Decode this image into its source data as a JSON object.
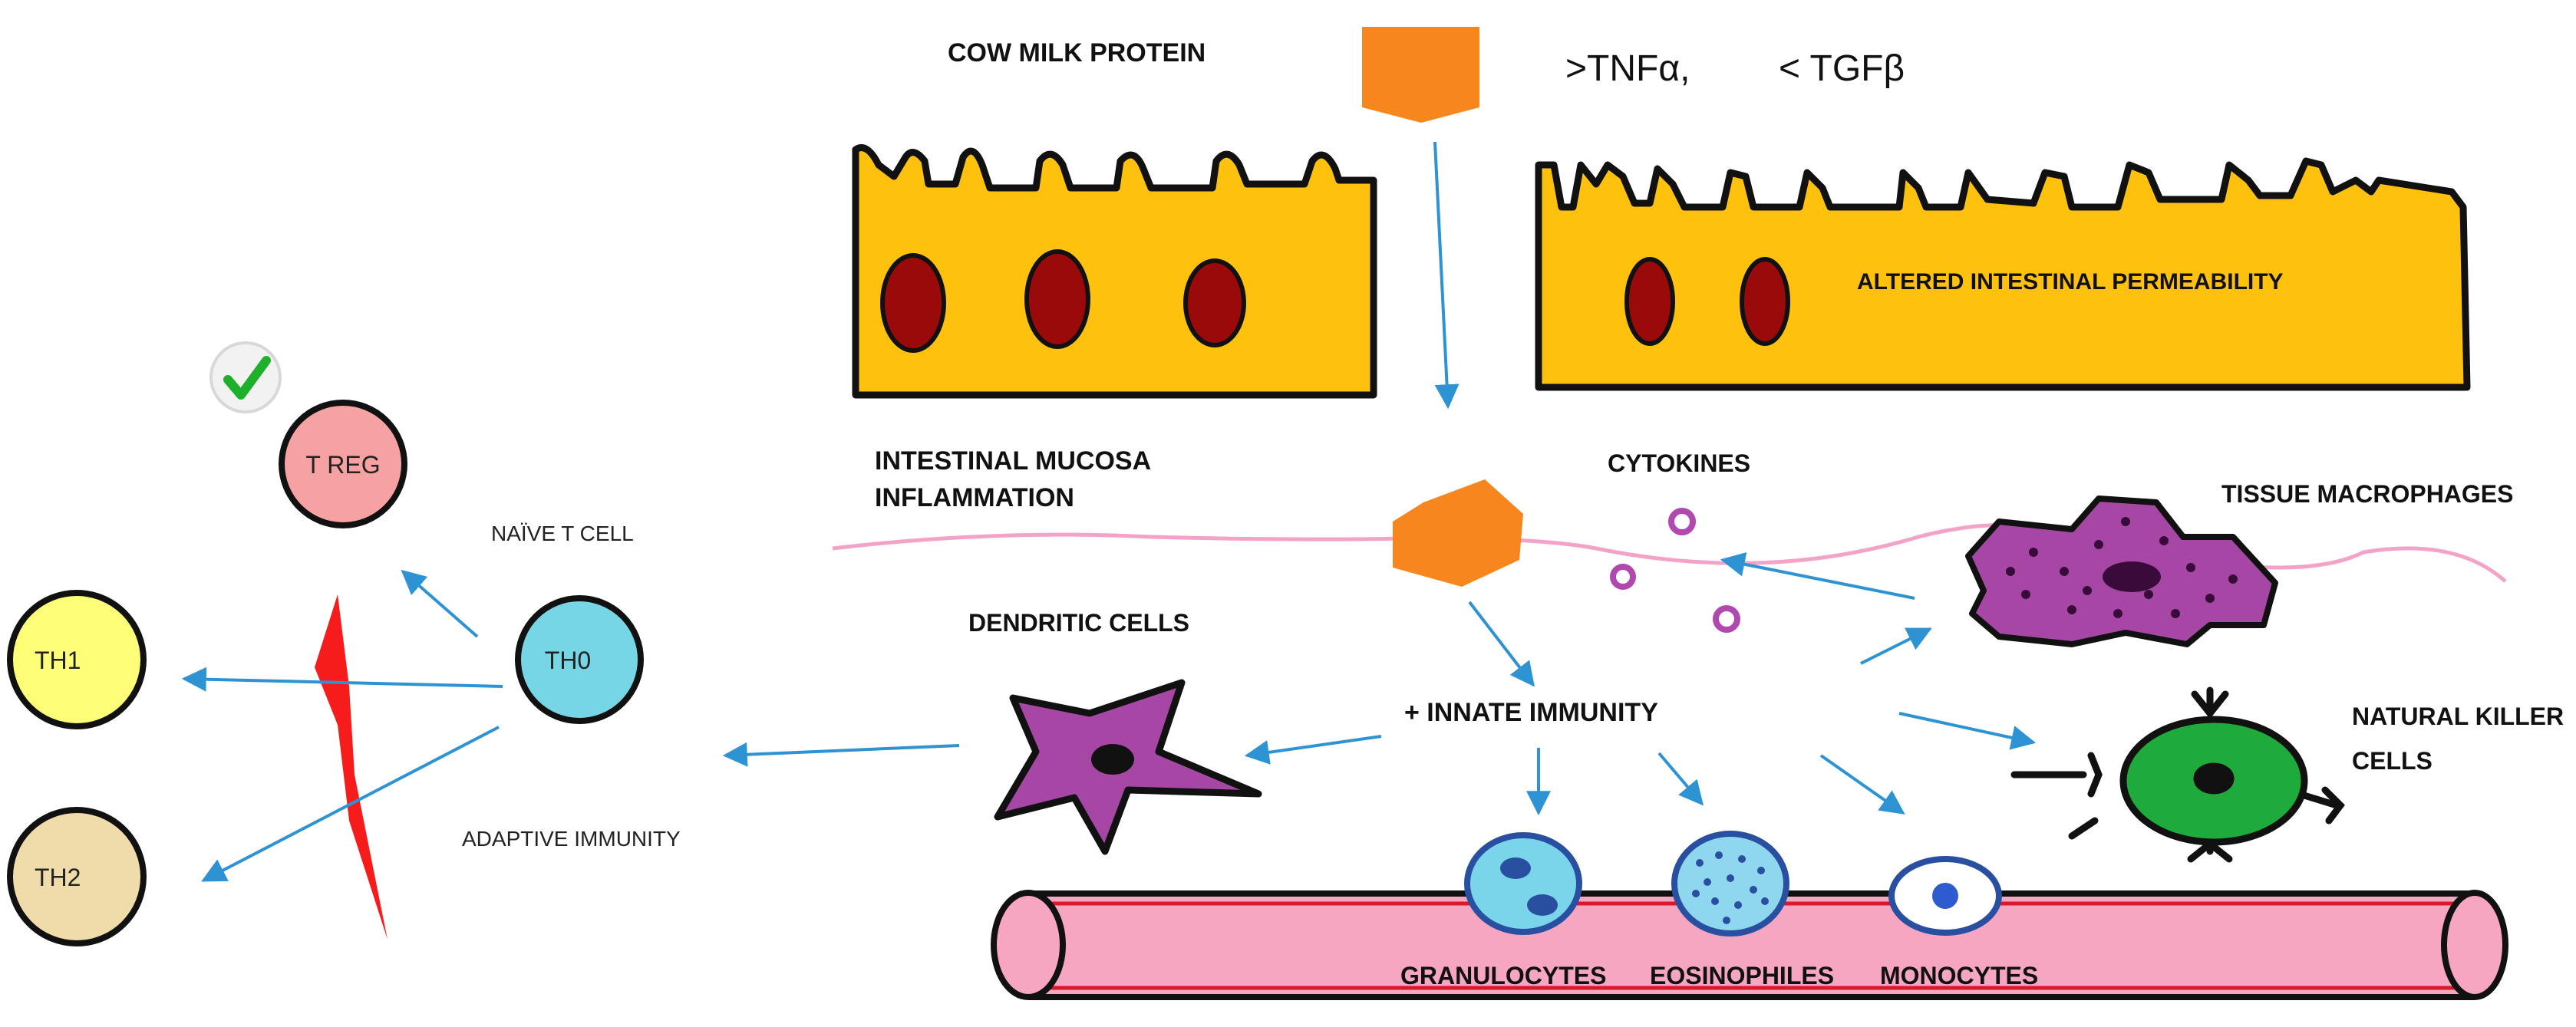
{
  "header": {
    "cow_milk_protein": "COW MILK PROTEIN",
    "tnf": ">TNFα,",
    "tgf": "< TGFβ"
  },
  "labels": {
    "altered_permeability": "ALTERED INTESTINAL PERMEABILITY",
    "mucosa_line1": "INTESTINAL MUCOSA",
    "mucosa_line2": "INFLAMMATION",
    "cytokines": "CYTOKINES",
    "tissue_macrophages": "TISSUE MACROPHAGES",
    "dendritic_cells": "DENDRITIC CELLS",
    "innate_immunity": "+ INNATE IMMUNITY",
    "nk_line1": "NATURAL KILLER",
    "nk_line2": "CELLS",
    "granulocytes": "GRANULOCYTES",
    "eosinophiles": "EOSINOPHILES",
    "monocytes": "MONOCYTES",
    "naive_t_cell": "NAÏVE T CELL",
    "adaptive_immunity": "ADAPTIVE IMMUNITY"
  },
  "t_cells": {
    "treg": "T REG",
    "th0": "TH0",
    "th1": "TH1",
    "th2": "TH2"
  },
  "colors": {
    "protein": "#f7861f",
    "epithelium": "#fec10d",
    "nucleus": "#9b0a0a",
    "arrow": "#2e93d3",
    "purple_cell": "#a647a6",
    "vessel": "#f6a6c1",
    "vessel_border": "#d9182c",
    "nk_cell": "#1eab3c",
    "treg": "#f6a2a2",
    "th0": "#76d6e6",
    "th1": "#fefe78",
    "th2": "#efdcaa",
    "lightning": "#f61c1c",
    "check": "#1fb02b",
    "mucosa_line": "#f4a3c8"
  },
  "icons": [
    "check-icon",
    "protein-hexagon-icon",
    "lightning-icon"
  ]
}
